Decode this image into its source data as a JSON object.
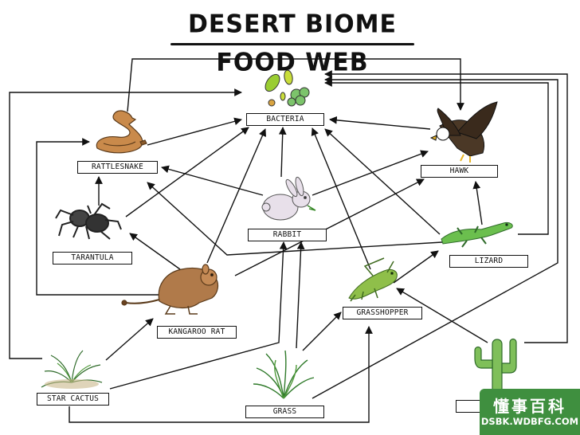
{
  "title": "DESERT BIOME FOOD WEB",
  "nodes": {
    "bacteria": "BACTERIA",
    "rattlesnake": "RATTLESNAKE",
    "hawk": "HAWK",
    "rabbit": "RABBIT",
    "tarantula": "TARANTULA",
    "lizard": "LIZARD",
    "kangaroo_rat": "KANGAROO RAT",
    "grasshopper": "GRASSHOPPER",
    "star_cactus": "STAR CACTUS",
    "grass": "GRASS",
    "cactus": ""
  },
  "watermark": {
    "name": "懂事百科",
    "url": "DSBK.WDBFG.COM"
  },
  "colors": {
    "line": "#111111",
    "bacteria_green": "#9acd32",
    "snake_brown": "#c98a4b",
    "rabbit_fur": "#e8e0ea",
    "rat_brown": "#b07a4a",
    "lizard_green": "#6bbf4e",
    "grasshopper_green": "#8fbf4a",
    "grass_green": "#4f9a3a",
    "cactus_green": "#7fbf5a",
    "badge_green": "#3f8f3f"
  }
}
